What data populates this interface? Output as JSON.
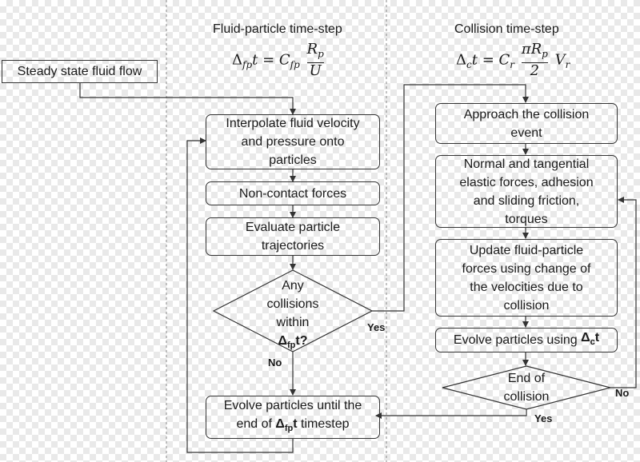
{
  "columns": {
    "fluid_title": "Fluid-particle time-step",
    "collision_title": "Collision time-step"
  },
  "equations": {
    "fluid": {
      "lhs_symbol": "Δ",
      "lhs_sub": "fp",
      "lhs_var": "t",
      "coef": "C",
      "coef_sub": "fp",
      "numerator": "R",
      "numerator_sub": "p",
      "denominator": "U"
    },
    "collision": {
      "lhs_symbol": "Δ",
      "lhs_sub": "c",
      "lhs_var": "t",
      "coef": "C",
      "coef_sub": "r",
      "numerator": "πR",
      "numerator_sub": "p",
      "denominator": "2",
      "tail": "V",
      "tail_sub": "r"
    }
  },
  "nodes": {
    "steady": "Steady state fluid flow",
    "interpolate": "Interpolate fluid velocity\nand pressure onto\nparticles",
    "noncontact": "Non-contact forces",
    "evaluate": "Evaluate particle\ntrajectories",
    "decision": {
      "l1": "Any",
      "l2": "collisions",
      "l3": "within",
      "sym": "Δ",
      "sub": "fp",
      "var": "t?"
    },
    "evolve_until": {
      "line1": "Evolve particles until the",
      "prefix": "end of ",
      "sym": "Δ",
      "sub": "fp",
      "var": "t",
      "suffix": " timestep"
    },
    "approach": "Approach the collision\nevent",
    "normal": "Normal and tangential\nelastic forces, adhesion\nand sliding friction,\ntorques",
    "update": "Update fluid-particle\nforces using change of\nthe velocities due to\ncollision",
    "evolve_dc": {
      "prefix": "Evolve particles using ",
      "sym": "Δ",
      "sub": "c",
      "var": "t"
    },
    "end_collision": {
      "l1": "End of",
      "l2": "collision"
    }
  },
  "edge_labels": {
    "yes_any": "Yes",
    "no_any": "No",
    "no_end": "No",
    "yes_end": "Yes"
  },
  "colors": {
    "line": "#333333",
    "divider": "#888888"
  }
}
